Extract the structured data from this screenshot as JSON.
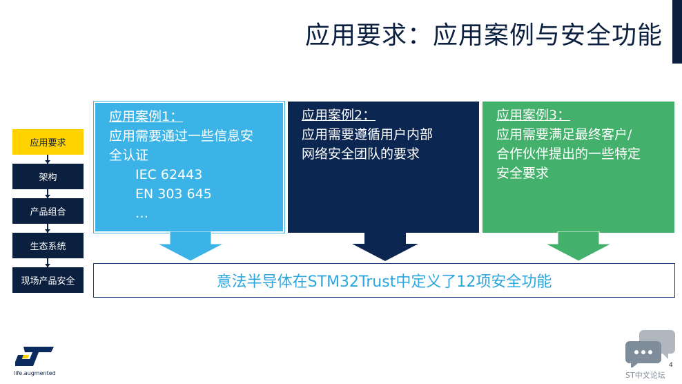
{
  "slide": {
    "title": "应用要求：应用案例与安全功能",
    "page_number": "4"
  },
  "nav": {
    "items": [
      {
        "label": "应用要求",
        "active": true
      },
      {
        "label": "架构",
        "active": false
      },
      {
        "label": "产品组合",
        "active": false
      },
      {
        "label": "生态系统",
        "active": false
      },
      {
        "label": "现场产品安全",
        "active": false
      }
    ]
  },
  "cases": [
    {
      "header": "应用案例1：",
      "lines": [
        "应用需要通过一些信息安",
        "全认证"
      ],
      "sub": [
        "IEC 62443",
        "EN 303 645",
        "…"
      ],
      "color": "#3cb3e6"
    },
    {
      "header": "应用案例2：",
      "lines": [
        "应用需要遵循用户内部",
        "网络安全团队的要求"
      ],
      "color": "#0b2651"
    },
    {
      "header": "应用案例3：",
      "lines": [
        "应用需要满足最终客户/",
        "合作伙伴提出的一些特定",
        "安全要求"
      ],
      "color": "#43b06b"
    }
  ],
  "result": {
    "text": "意法半导体在STM32Trust中定义了12项安全功能"
  },
  "footer": {
    "tagline": "life.augmented",
    "forum": "ST中文论坛",
    "logo_icon": "st-logo-icon",
    "chat_icon": "chat-bubbles-icon"
  }
}
